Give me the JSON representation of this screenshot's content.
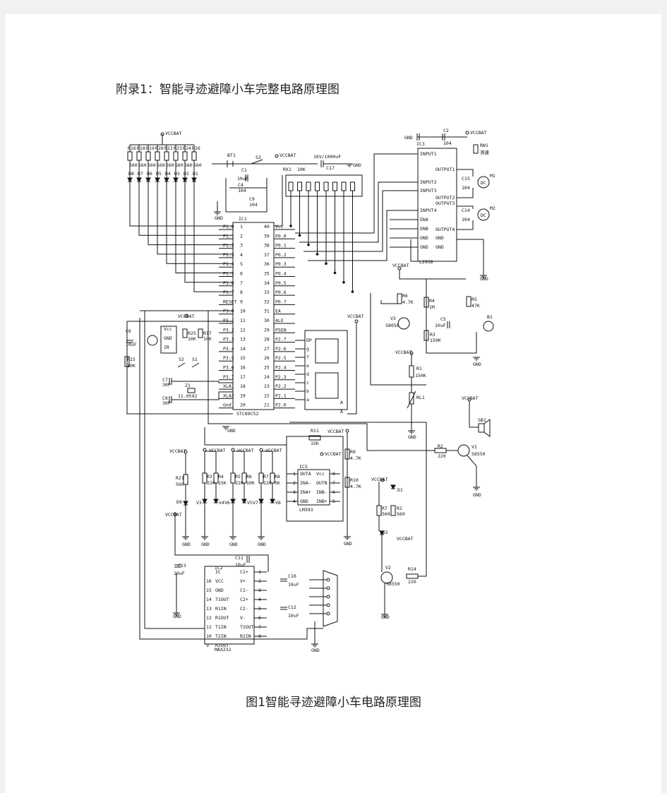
{
  "heading": "附录1：智能寻迹避障小车完整电路原理图",
  "caption": "图1智能寻迹避障小车电路原理图",
  "colors": {
    "page": "#ffffff",
    "background": "#f1f1f1",
    "ink": "#111111"
  },
  "nets": {
    "vcc": "VCCBAT",
    "gnd": "GND"
  },
  "top_leds": {
    "resistors": [
      "R16",
      "R18",
      "R19",
      "R20",
      "R22",
      "R23",
      "R24",
      "R26"
    ],
    "value": "560",
    "diodes": [
      "D8",
      "D7",
      "D6",
      "D5",
      "D4",
      "D3",
      "D2",
      "D1"
    ]
  },
  "power": {
    "battery": "BT1",
    "switch": "S3",
    "c1": "C1",
    "c1_val": "10uF",
    "c4": "C4",
    "c4_val": "104",
    "c9": "C9",
    "c9_val": "104",
    "c17": "C17",
    "c17_val": "16V/1000uF",
    "rx1": "RX1",
    "rx1_val": "10K"
  },
  "mcu": {
    "ref": "IC1",
    "part": "STC89C52",
    "left_pins": [
      {
        "num": "1",
        "name": "P1.0"
      },
      {
        "num": "2",
        "name": "P1.1"
      },
      {
        "num": "3",
        "name": "P1.2"
      },
      {
        "num": "4",
        "name": "P1.3"
      },
      {
        "num": "5",
        "name": "P1.4"
      },
      {
        "num": "6",
        "name": "P1.5"
      },
      {
        "num": "7",
        "name": "P1.6"
      },
      {
        "num": "8",
        "name": "P1.7"
      },
      {
        "num": "9",
        "name": "RESET"
      },
      {
        "num": "10",
        "name": "P3.0"
      },
      {
        "num": "11",
        "name": "P3.1"
      },
      {
        "num": "12",
        "name": "P3.2"
      },
      {
        "num": "13",
        "name": "P3.3"
      },
      {
        "num": "14",
        "name": "P3.4"
      },
      {
        "num": "15",
        "name": "P3.5"
      },
      {
        "num": "16",
        "name": "P3.6"
      },
      {
        "num": "17",
        "name": "P3.7"
      },
      {
        "num": "18",
        "name": "XLA1"
      },
      {
        "num": "19",
        "name": "XLA2"
      },
      {
        "num": "20",
        "name": "Gnd"
      }
    ],
    "right_pins": [
      {
        "num": "40",
        "name": "Vcc"
      },
      {
        "num": "39",
        "name": "P0.0"
      },
      {
        "num": "38",
        "name": "P0.1"
      },
      {
        "num": "37",
        "name": "P0.2"
      },
      {
        "num": "36",
        "name": "P0.3"
      },
      {
        "num": "35",
        "name": "P0.4"
      },
      {
        "num": "34",
        "name": "P0.5"
      },
      {
        "num": "33",
        "name": "P0.6"
      },
      {
        "num": "32",
        "name": "P0.7"
      },
      {
        "num": "31",
        "name": "EA"
      },
      {
        "num": "30",
        "name": "ALE"
      },
      {
        "num": "29",
        "name": "PSEN"
      },
      {
        "num": "28",
        "name": "P2.7"
      },
      {
        "num": "27",
        "name": "P2.6"
      },
      {
        "num": "26",
        "name": "P2.5"
      },
      {
        "num": "25",
        "name": "P2.4"
      },
      {
        "num": "24",
        "name": "P2.3"
      },
      {
        "num": "23",
        "name": "P2.2"
      },
      {
        "num": "22",
        "name": "P2.1"
      },
      {
        "num": "21",
        "name": "P2.0"
      }
    ]
  },
  "display": {
    "segments": [
      "DP",
      "g",
      "f",
      "e",
      "d",
      "c",
      "b",
      "a"
    ],
    "common": "A"
  },
  "driver": {
    "ref": "IC3",
    "part": "L293D",
    "left_pins": [
      "INPUT1",
      "INPUT2",
      "INPUT3",
      "INPUT4",
      "ENA",
      "ENB",
      "GND",
      "GND"
    ],
    "right_pins": [
      "OUTPUT1",
      "OUTPUT2",
      "OUTPUT3",
      "OUTPUT4",
      "GND",
      "GND"
    ],
    "c2": "C2",
    "c2_val": "104",
    "rw1": "RW1",
    "rw1_val": "测速",
    "c15": "C15",
    "c15_val": "104",
    "c14": "C14",
    "c14_val": "104",
    "m1": "M1",
    "m2": "M2",
    "dc": "DC"
  },
  "ir_receiver": {
    "pins": [
      "Vcc",
      "GND",
      "IR"
    ],
    "r25": "R25",
    "r25_val": "10K",
    "r17": "R17",
    "r17_val": "10K",
    "r15": "R15",
    "r15_val": "10K",
    "c6": "C6",
    "c6_val": "10uF"
  },
  "crystal": {
    "s2": "S2",
    "s1": "S1",
    "c7": "C7",
    "c7_val": "30P",
    "c8": "C8",
    "c8_val": "30P",
    "z1": "Z1",
    "z1_val": "11.0592"
  },
  "audio": {
    "r6": "R6",
    "r6_val": "4.7K",
    "r4": "R4",
    "r4_val": "1M",
    "r5": "R5",
    "r5_val": "47K",
    "v3": "V3",
    "v3_part": "S8050",
    "c5": "C5",
    "c5_val": "10uF",
    "r3": "R3",
    "r3_val": "150K",
    "b1": "B1",
    "r1": "R1",
    "r1_val": "150K",
    "rl1": "RL1"
  },
  "buzzer": {
    "sb1": "SB1",
    "r2": "R2",
    "r2_val": "220",
    "v1": "V1",
    "v1_part": "S8550"
  },
  "comparator": {
    "ref": "IC5",
    "part": "LM393",
    "pins_l": [
      "OUTA",
      "INA-",
      "INA+",
      "GND"
    ],
    "pins_r": [
      "Vcc",
      "OUTB",
      "INB-",
      "INB+"
    ],
    "nums_l": [
      "1",
      "2",
      "3",
      "4"
    ],
    "nums_r": [
      "8",
      "7",
      "6",
      "5"
    ],
    "r11": "R11",
    "r11_val": "15K",
    "r9": "R9",
    "r9_val": "4.7K",
    "r10": "R10",
    "r10_val": "4.7K"
  },
  "sensors": {
    "r21": "R21",
    "r21_val": "560",
    "d9": "D9",
    "r3": "R3",
    "r3_val": "220",
    "r4": "R4",
    "r4_val": "15K",
    "v3": "V3",
    "v4": "V4",
    "r5": "R5",
    "r5_val": "220",
    "r6": "R6",
    "r6_val": "10K",
    "v6": "V6",
    "v5": "V5",
    "r7": "R7",
    "r7_val": "220",
    "r8": "R8",
    "r8_val": "5K",
    "v7": "V7",
    "v8": "V8"
  },
  "indicator": {
    "d1": "D1",
    "d2": "D2",
    "r7": "R7",
    "r7_val": "560",
    "r2": "R2",
    "r2_val": "560",
    "v2": "V2",
    "v2_part": "S8550",
    "r14": "R14",
    "r14_val": "220"
  },
  "rs232": {
    "ref": "IC2",
    "part": "MAX232",
    "left_pins": [
      {
        "num": "",
        "name": "IC"
      },
      {
        "num": "16",
        "name": "VCC"
      },
      {
        "num": "15",
        "name": "GND"
      },
      {
        "num": "14",
        "name": "T1OUT"
      },
      {
        "num": "13",
        "name": "R1IN"
      },
      {
        "num": "12",
        "name": "R1OUT"
      },
      {
        "num": "11",
        "name": "T1IN"
      },
      {
        "num": "10",
        "name": "T2IN"
      },
      {
        "num": "9",
        "name": "R2OUT"
      }
    ],
    "right_pins": [
      {
        "num": "1",
        "name": "C1+"
      },
      {
        "num": "2",
        "name": "V+"
      },
      {
        "num": "3",
        "name": "C1-"
      },
      {
        "num": "4",
        "name": "C2+"
      },
      {
        "num": "5",
        "name": "C2-"
      },
      {
        "num": "6",
        "name": "V-"
      },
      {
        "num": "7",
        "name": "T2OUT"
      },
      {
        "num": "8",
        "name": "R2IN"
      }
    ],
    "c11": "C11",
    "c11_val": "10uF",
    "c13": "C13",
    "c13_val": "10uF",
    "c10": "C10",
    "c10_val": "10uF",
    "c12": "C12",
    "c12_val": "10uF"
  }
}
